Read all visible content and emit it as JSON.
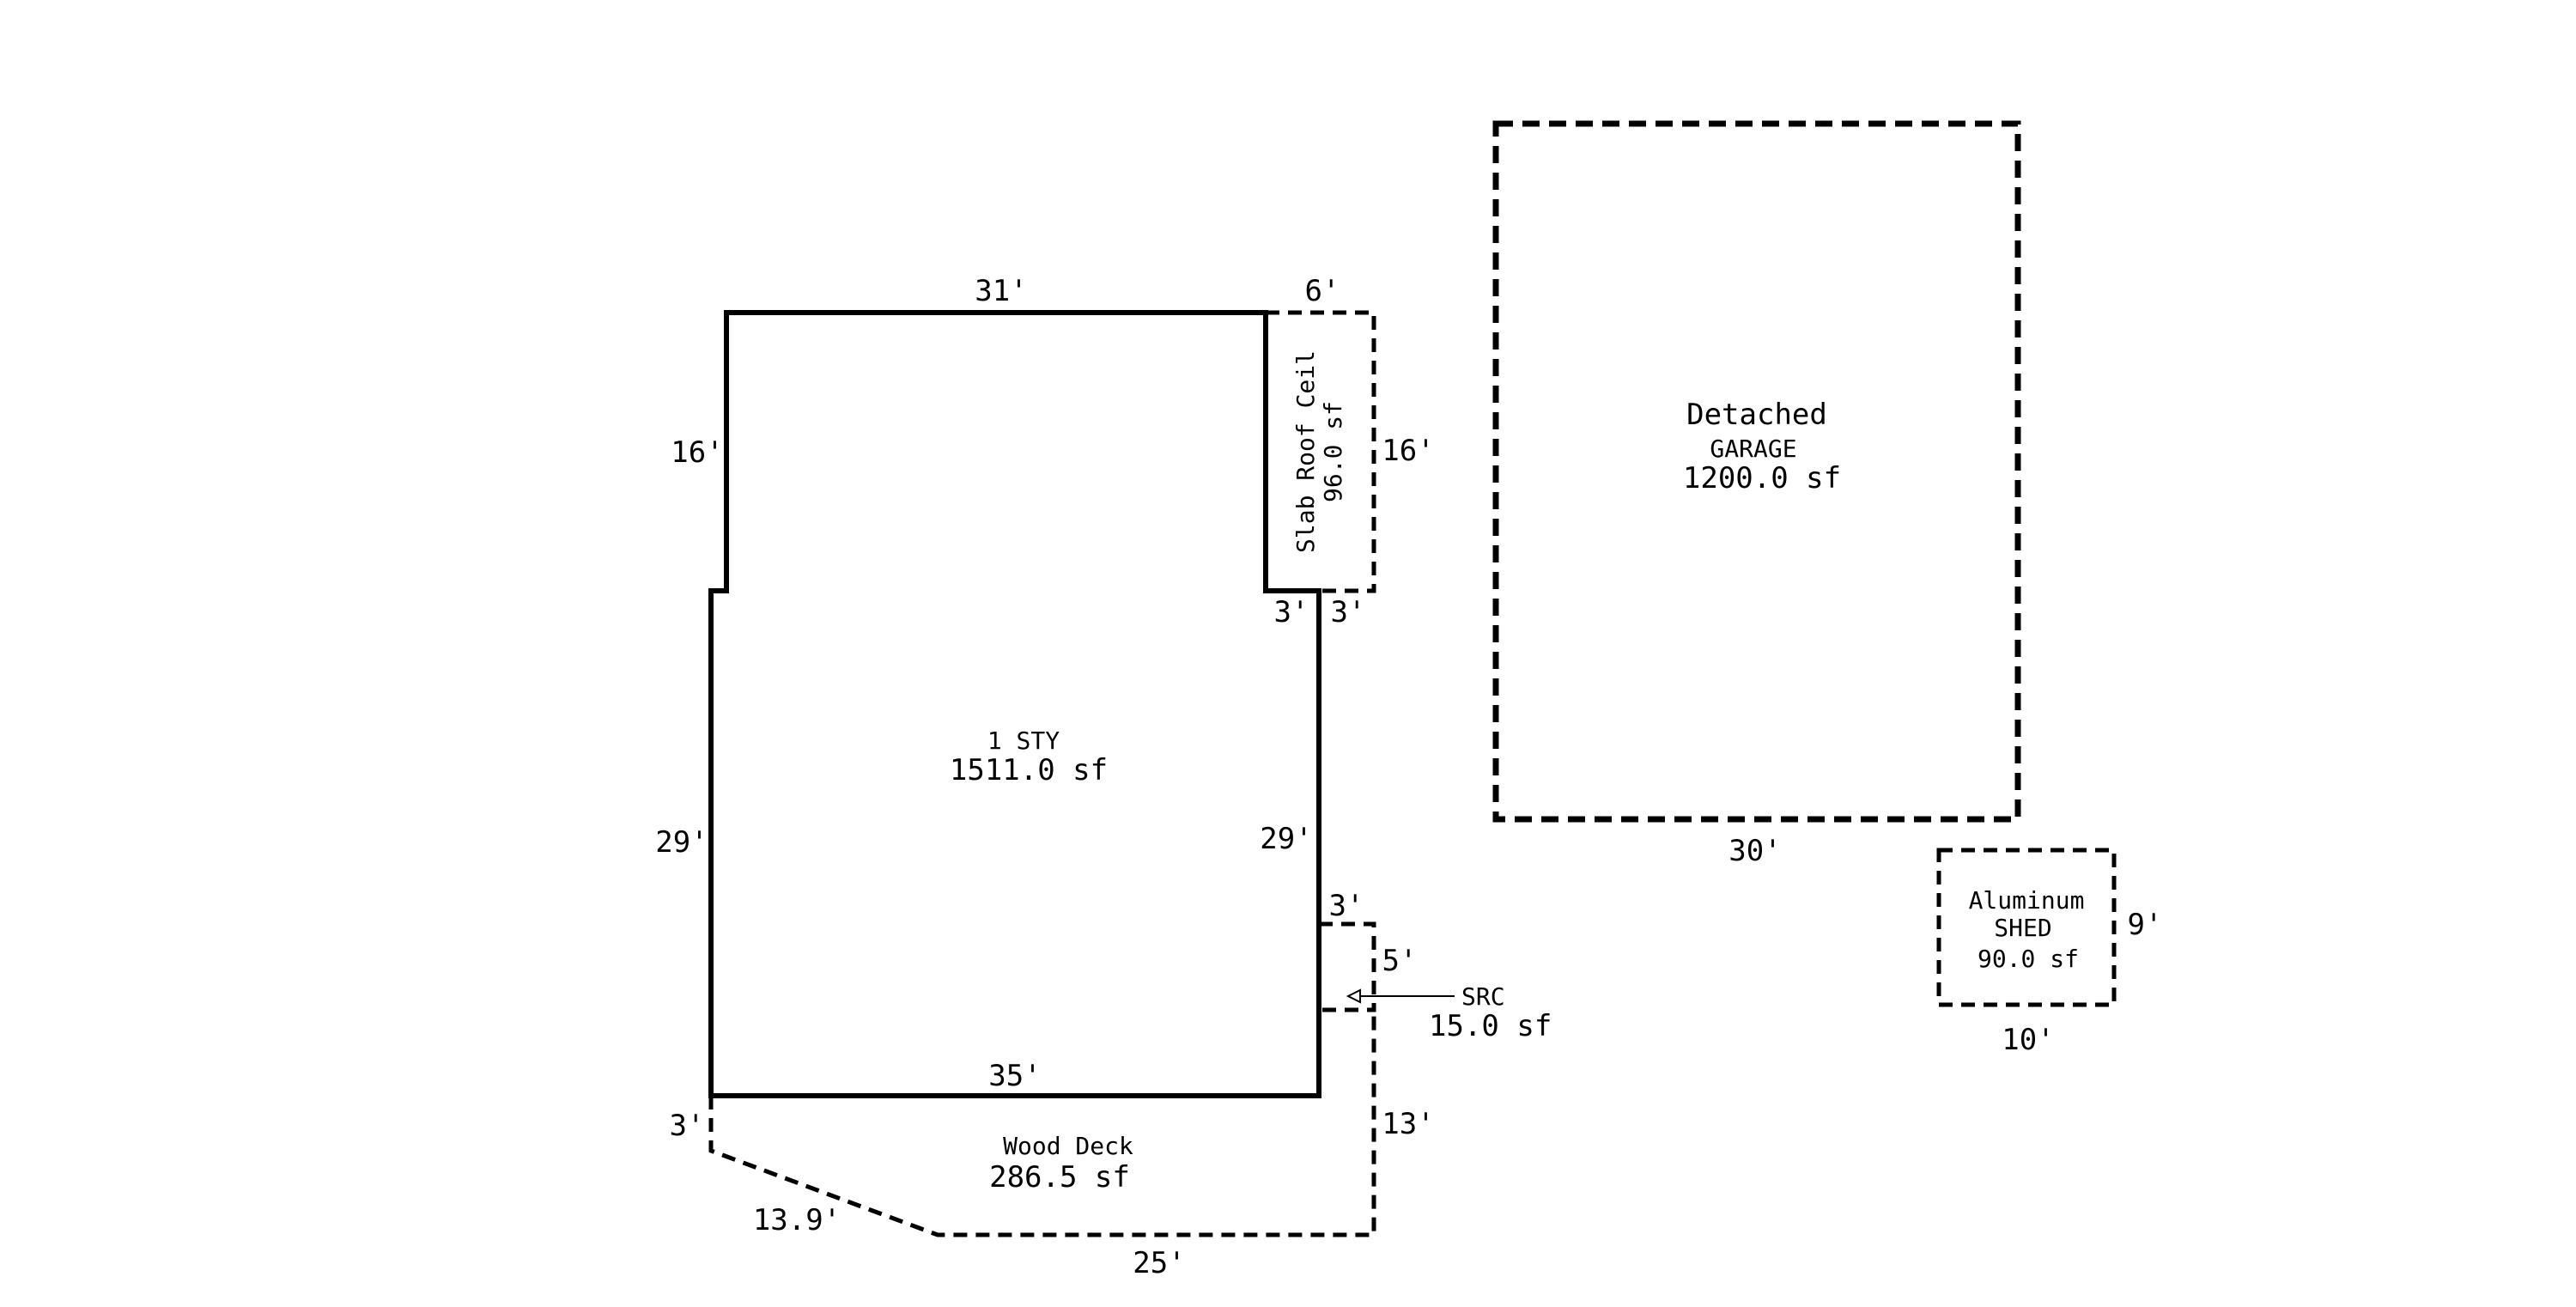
{
  "main_house": {
    "name": "1 STY",
    "area": "1511.0 sf",
    "dims": {
      "top": "31'",
      "upper_left": "16'",
      "lower_left": "29'",
      "right": "29'",
      "bottom": "35'"
    }
  },
  "slab_roof": {
    "name": "Slab Roof Ceil",
    "area": "96.0 sf",
    "dims": {
      "top": "6'",
      "right": "16'",
      "bottom_left": "3'",
      "bottom_right": "3'"
    }
  },
  "garage": {
    "name_line1": "Detached",
    "name_line2": "GARAGE",
    "area": "1200.0 sf",
    "dims": {
      "bottom": "30'"
    }
  },
  "shed": {
    "name_line1": "Aluminum",
    "name_line2": "SHED",
    "area": "90.0 sf",
    "dims": {
      "right": "9'",
      "bottom": "10'"
    }
  },
  "src": {
    "name": "SRC",
    "area": "15.0 sf",
    "dims": {
      "top": "3'",
      "right": "5'"
    }
  },
  "deck": {
    "name": "Wood Deck",
    "area": "286.5 sf",
    "dims": {
      "left": "3'",
      "diagonal": "13.9'",
      "bottom": "25'",
      "right": "13'"
    }
  }
}
